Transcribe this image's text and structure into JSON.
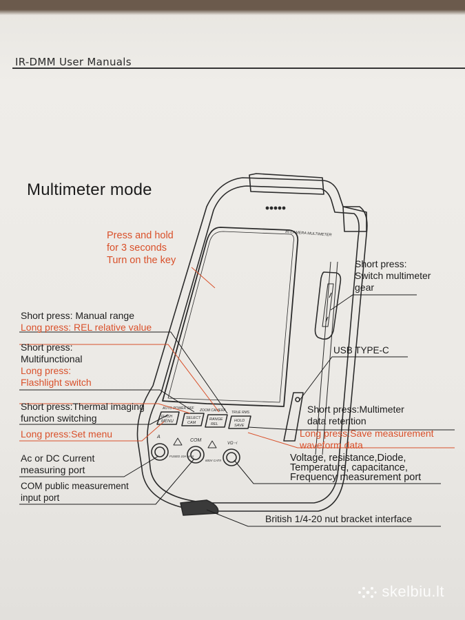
{
  "header": {
    "text": "IR-DMM  User Manuals"
  },
  "title": "Multimeter mode",
  "device": {
    "brand": "IR-CAMERA MULTIMETER",
    "top_labels": [
      "AUTO POWER OFF",
      "ZOOM CAMERA",
      "TRUE RMS"
    ],
    "keys": [
      {
        "line1": "FLASH",
        "line2": "MENU"
      },
      {
        "line1": "SELECT",
        "line2": "CAM"
      },
      {
        "line1": "RANGE",
        "line2": "REL"
      },
      {
        "line1": "HOLD",
        "line2": "SAVE"
      }
    ],
    "port_labels": {
      "a": "A",
      "com": "COM",
      "v": "VΩ⊣",
      "fused": "FUSED 10A MAX",
      "cat": "600V CATII"
    }
  },
  "callouts": {
    "power": [
      "Press and hold",
      "for 3 seconds",
      "Turn on the key"
    ],
    "range_short": "Short press: Manual range",
    "range_long": "Long press: REL relative value",
    "select_short": [
      "Short press:",
      "Multifunctional"
    ],
    "select_long": [
      "Long press:",
      "Flashlight switch"
    ],
    "flash_short": [
      "Short press:Thermal imaging",
      "function switching"
    ],
    "flash_long": "Long press:Set menu",
    "a_port": [
      "Ac or DC Current",
      "measuring port"
    ],
    "com_port": [
      "COM public measurement",
      "input port"
    ],
    "gear": [
      "Short press:",
      "Switch multimeter",
      "gear"
    ],
    "usb": "USB TYPE-C",
    "hold_short": [
      "Short press:Multimeter",
      "data retention"
    ],
    "hold_long": [
      "Long press:Save measurement",
      "waveform data"
    ],
    "v_port": [
      "Voltage, resistance,Diode,",
      "Temperature, capacitance,",
      "Frequency measurement port"
    ],
    "bracket": "British 1/4-20 nut bracket interface"
  },
  "watermark": "skelbiu.lt"
}
